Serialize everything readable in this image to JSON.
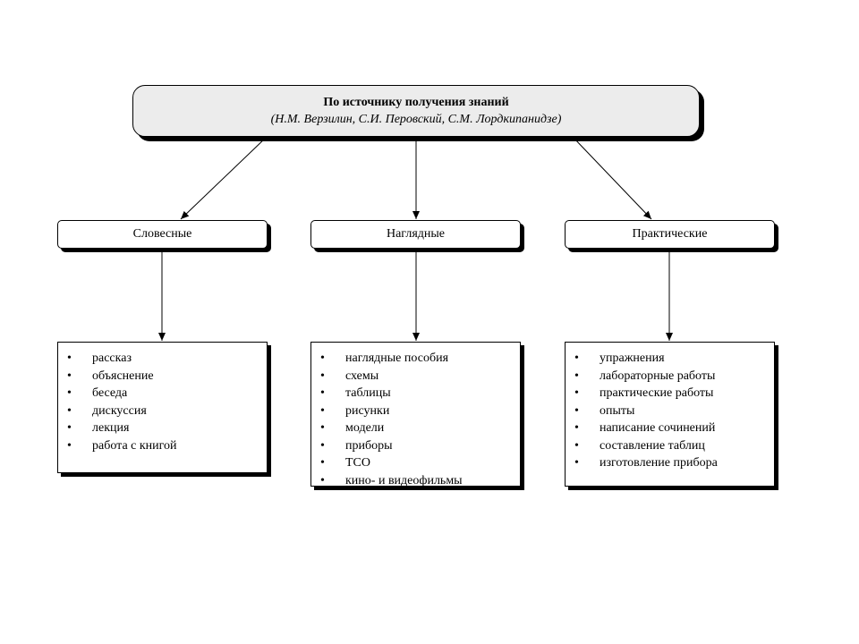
{
  "root": {
    "title": "По источнику получения знаний",
    "subtitle": "(Н.М. Верзилин, С.И. Перовский, С.М. Лордкипанидзе)"
  },
  "categories": [
    {
      "label": "Словесные",
      "items": [
        "рассказ",
        "объяснение",
        "беседа",
        "дискуссия",
        "лекция",
        "работа с книгой"
      ]
    },
    {
      "label": "Наглядные",
      "items": [
        "наглядные пособия",
        "схемы",
        "таблицы",
        "рисунки",
        "модели",
        "приборы",
        "ТСО",
        "кино- и видеофильмы"
      ]
    },
    {
      "label": "Практические",
      "items": [
        "упражнения",
        "лабораторные работы",
        "практические работы",
        "опыты",
        "написание сочинений",
        "составление таблиц",
        "изготовление прибора"
      ]
    }
  ]
}
